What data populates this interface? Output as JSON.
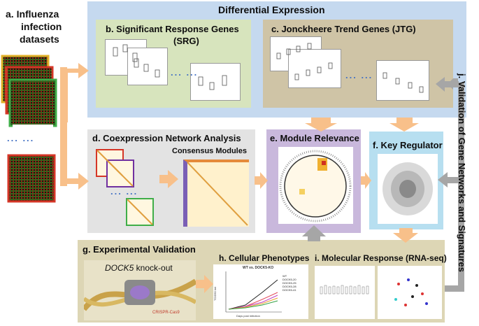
{
  "a": {
    "line1": "a. Influenza",
    "line2": "infection",
    "line3": "datasets",
    "chip_label": "... ..."
  },
  "b": {
    "title_line1": "b. Significant Response Genes",
    "title_line2": "(SRG)"
  },
  "c": {
    "title": "c. Jonckheere Trend Genes (JTG)"
  },
  "de": {
    "title": "Differential Expression"
  },
  "d": {
    "title": "d. Coexpression Network Analysis",
    "subtitle": "Consensus Modules"
  },
  "e": {
    "title": "e. Module Relevance"
  },
  "f": {
    "title": "f. Key Regulator"
  },
  "g": {
    "title": "g. Experimental Validation",
    "knockout_gene": "DOCK5",
    "knockout_suffix": " knock-out",
    "crispr_label": "CRISPR-Cas9"
  },
  "h": {
    "title": "h. Cellular Phenotypes",
    "plot_title": "WT vs. DOCK5-KO",
    "xlabel": "Days post infection",
    "ylabel": "TCID50 /ml",
    "legend": [
      "WT",
      "DOCK5-20",
      "DOCK5-25",
      "DOCK5-28",
      "DOCK5-41"
    ]
  },
  "i": {
    "title": "i. Molecular Response (RNA-seq)"
  },
  "j": {
    "title": "j. Validation of Gene Networks and Signatures"
  },
  "colors": {
    "de_panel": "#c5d9ef",
    "srg_panel": "#d7e4bd",
    "jtg_panel": "#cfc4a6",
    "coexp_panel": "#e0e0e0",
    "module_panel": "#c9b8dc",
    "key_panel": "#b7dff0",
    "exp_panel": "#ddd6b5",
    "arrow_orange": "#f8c08a",
    "arrow_gray": "#9a9a9a"
  }
}
